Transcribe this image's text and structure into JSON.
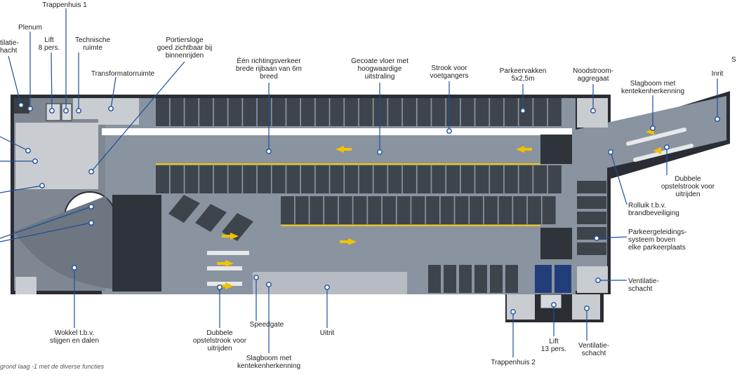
{
  "labels": {
    "trappenhuis1": "Trappenhuis 1",
    "plenum": "Plenum",
    "ventilatie_left": "tilatie-\nhacht",
    "lift8": "Lift\n8 pers.",
    "technische": "Technische\nruimte",
    "transformator": "Transformatorruimte",
    "portiersloge": "Portiersloge\ngoed zichtbaar bij\nbinnenrijden",
    "richtingsverkeer": "Één richtingsverkeer\nbrede rijbaan van 6m\nbreed",
    "gecoate": "Gecoate vloer met\nhoogwaardige\nuitstraling",
    "strook": "Strook voor\nvoetgangers",
    "parkeervakken": "Parkeervakken\n5x2,5m",
    "noodstroom": "Noodstroom-\naggregaat",
    "slagboom_top": "Slagboom met\nkentekenherkenning",
    "inrit": "Inrit",
    "s_edge": "S",
    "dubbele_right": "Dubbele\nopstelstrook voor\nuitrijden",
    "rolluik": "Rolluik t.b.v.\nbrandbeveiliging",
    "parkeergeleiding": "Parkeergeleidings-\nsysteem boven\nelke parkeerplaats",
    "ventilatie_right": "Ventilatie-\nschacht",
    "wokkel": "Wokkel t.b.v.\nstijgen en dalen",
    "dubbele_bottom": "Dubbele\nopstelstrook voor\nuitrijden",
    "speedgate": "Speedgate",
    "slagboom_bottom": "Slagboom met\nkentekenherkenning",
    "uitrit": "Uitrit",
    "trappenhuis2": "Trappenhuis 2",
    "lift13": "Lift\n13 pers.",
    "ventilatie_bottom": "Ventilatie-\nschacht"
  },
  "caption": "grond laag -1 met de diverse functies",
  "colors": {
    "floor": "#8a93a0",
    "wall": "#2a2d33",
    "bay": "#3e444c",
    "marking": "#f2c200",
    "room": "#c9ccd1",
    "leader": "#1d4f9c",
    "disabled_bay": "#213d7a"
  }
}
